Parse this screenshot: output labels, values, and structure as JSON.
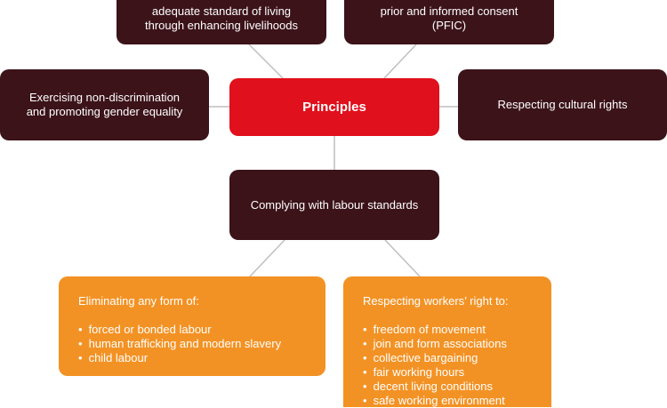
{
  "center": {
    "label": "Principles"
  },
  "top_left": {
    "text": "adequate standard of living\nthrough enhancing livelihoods"
  },
  "top_right": {
    "text": "prior and informed consent\n(PFIC)"
  },
  "left": {
    "text": "Exercising non-discrimination\nand promoting gender equality"
  },
  "right": {
    "text": "Respecting cultural rights"
  },
  "labour": {
    "text": "Complying with labour standards"
  },
  "eliminating": {
    "heading": "Eliminating any form of:",
    "items": [
      "forced or bonded labour",
      "human trafficking and modern slavery",
      "child labour"
    ]
  },
  "workers_rights": {
    "heading": "Respecting workers’ right to:",
    "items": [
      "freedom of movement",
      "join and form associations",
      "collective bargaining",
      "fair working hours",
      "decent living conditions",
      "safe working environment"
    ]
  },
  "colors": {
    "dark_box": "#3b1319",
    "center_box": "#e0101c",
    "orange_box": "#f39224",
    "connector": "#bfbfbf"
  }
}
